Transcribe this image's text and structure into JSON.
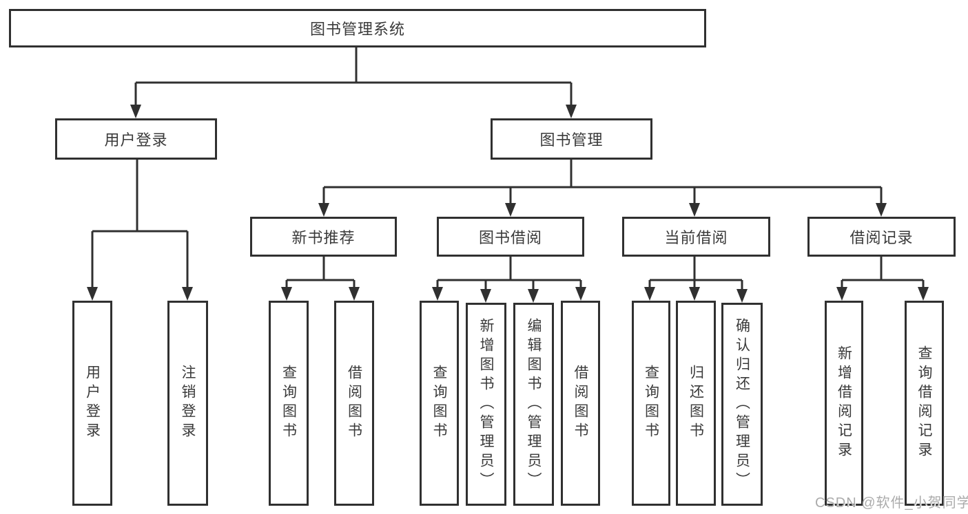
{
  "tree": {
    "label": "图书管理系统",
    "children": [
      {
        "label": "用户登录",
        "children": [
          {
            "label": "用户登录"
          },
          {
            "label": "注销登录"
          }
        ]
      },
      {
        "label": "图书管理",
        "children": [
          {
            "label": "新书推荐",
            "children": [
              {
                "label": "查询图书"
              },
              {
                "label": "借阅图书"
              }
            ]
          },
          {
            "label": "图书借阅",
            "children": [
              {
                "label": "查询图书"
              },
              {
                "label": "新增图书（管理员）"
              },
              {
                "label": "编辑图书（管理员）"
              },
              {
                "label": "借阅图书"
              }
            ]
          },
          {
            "label": "当前借阅",
            "children": [
              {
                "label": "查询图书"
              },
              {
                "label": "归还图书"
              },
              {
                "label": "确认归还（管理员）"
              }
            ]
          },
          {
            "label": "借阅记录",
            "children": [
              {
                "label": "新增借阅记录"
              },
              {
                "label": "查询借阅记录"
              }
            ]
          }
        ]
      }
    ]
  },
  "watermark": {
    "text": "CSDN @软件_小贺同学"
  },
  "colors": {
    "line": "#303030",
    "text": "#3a3a3a",
    "watermark": "#ababab",
    "bg": "#ffffff"
  }
}
